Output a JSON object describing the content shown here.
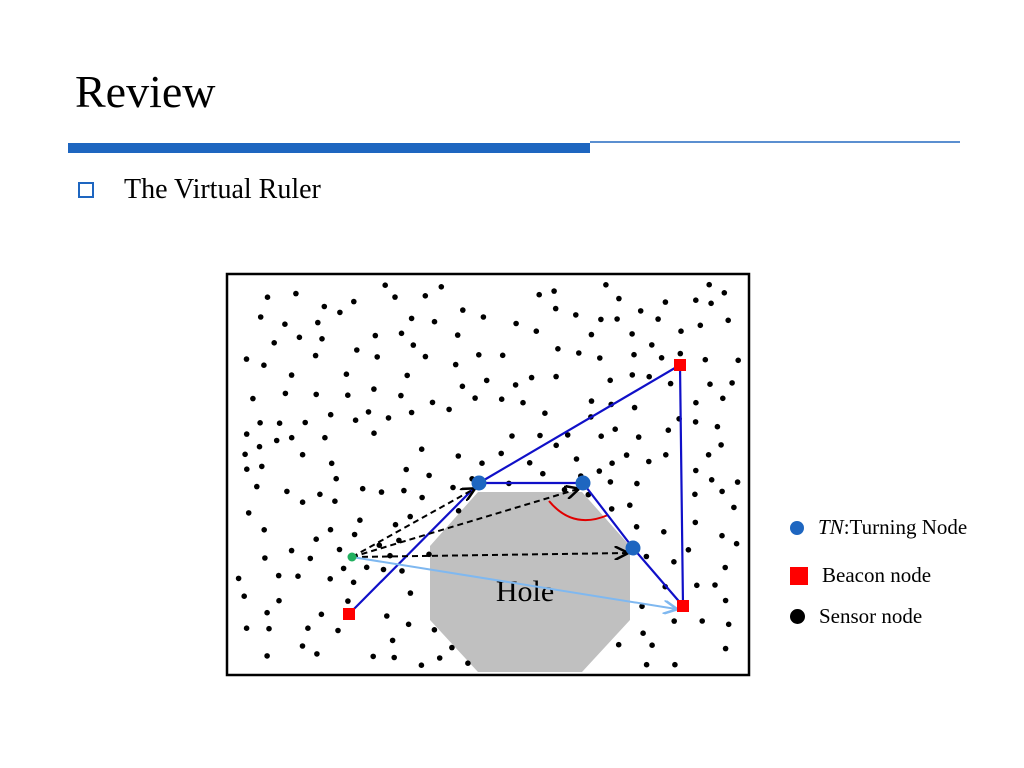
{
  "slide": {
    "title": "Review",
    "bullet": "The Virtual Ruler"
  },
  "diagram": {
    "hole_label": "Hole",
    "colors": {
      "accent": "#1e66c0",
      "path": "#1010c8",
      "beacon": "#ff0000",
      "hole": "#c0c0c0",
      "virtual_ruler": "#7fb8f0",
      "source": "#22b060",
      "angle": "#e00000"
    }
  },
  "legend": [
    {
      "icon": "turning-node-dot",
      "prefix": "TN",
      "text": ":Turning Node"
    },
    {
      "icon": "beacon-node-square",
      "prefix": "",
      "text": "Beacon node"
    },
    {
      "icon": "sensor-node-dot",
      "prefix": "",
      "text": "Sensor node"
    }
  ]
}
